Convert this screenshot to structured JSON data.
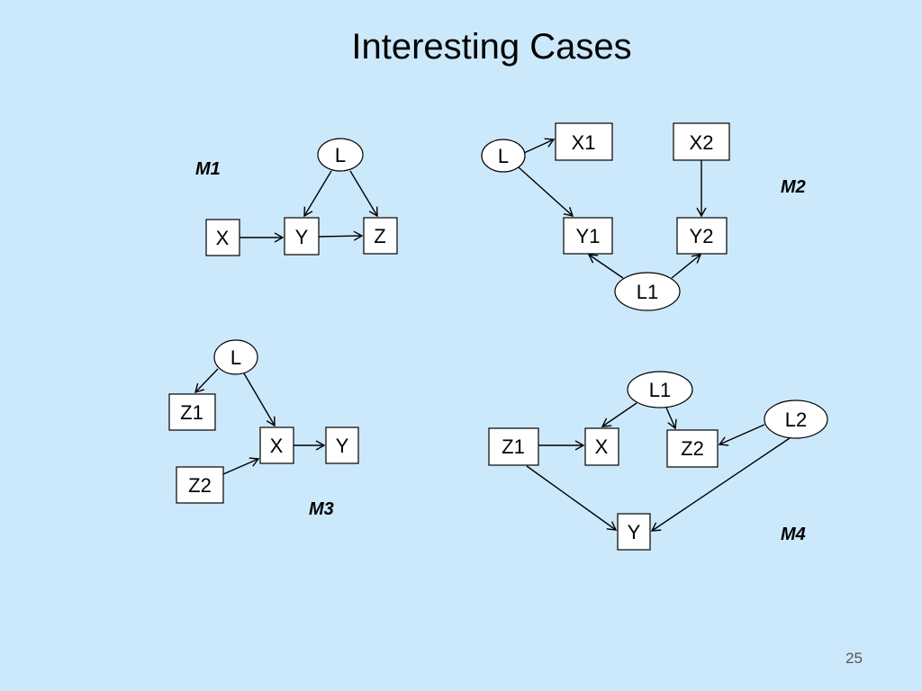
{
  "slide": {
    "title": "Interesting Cases",
    "page_number": "25"
  },
  "models": {
    "m1": {
      "label": "M1",
      "nodes": {
        "L": "L",
        "X": "X",
        "Y": "Y",
        "Z": "Z"
      }
    },
    "m2": {
      "label": "M2",
      "nodes": {
        "L": "L",
        "X1": "X1",
        "X2": "X2",
        "Y1": "Y1",
        "Y2": "Y2",
        "L1": "L1"
      }
    },
    "m3": {
      "label": "M3",
      "nodes": {
        "L": "L",
        "Z1": "Z1",
        "Z2": "Z2",
        "X": "X",
        "Y": "Y"
      }
    },
    "m4": {
      "label": "M4",
      "nodes": {
        "L1": "L1",
        "L2": "L2",
        "Z1": "Z1",
        "X": "X",
        "Z2": "Z2",
        "Y": "Y"
      }
    }
  }
}
